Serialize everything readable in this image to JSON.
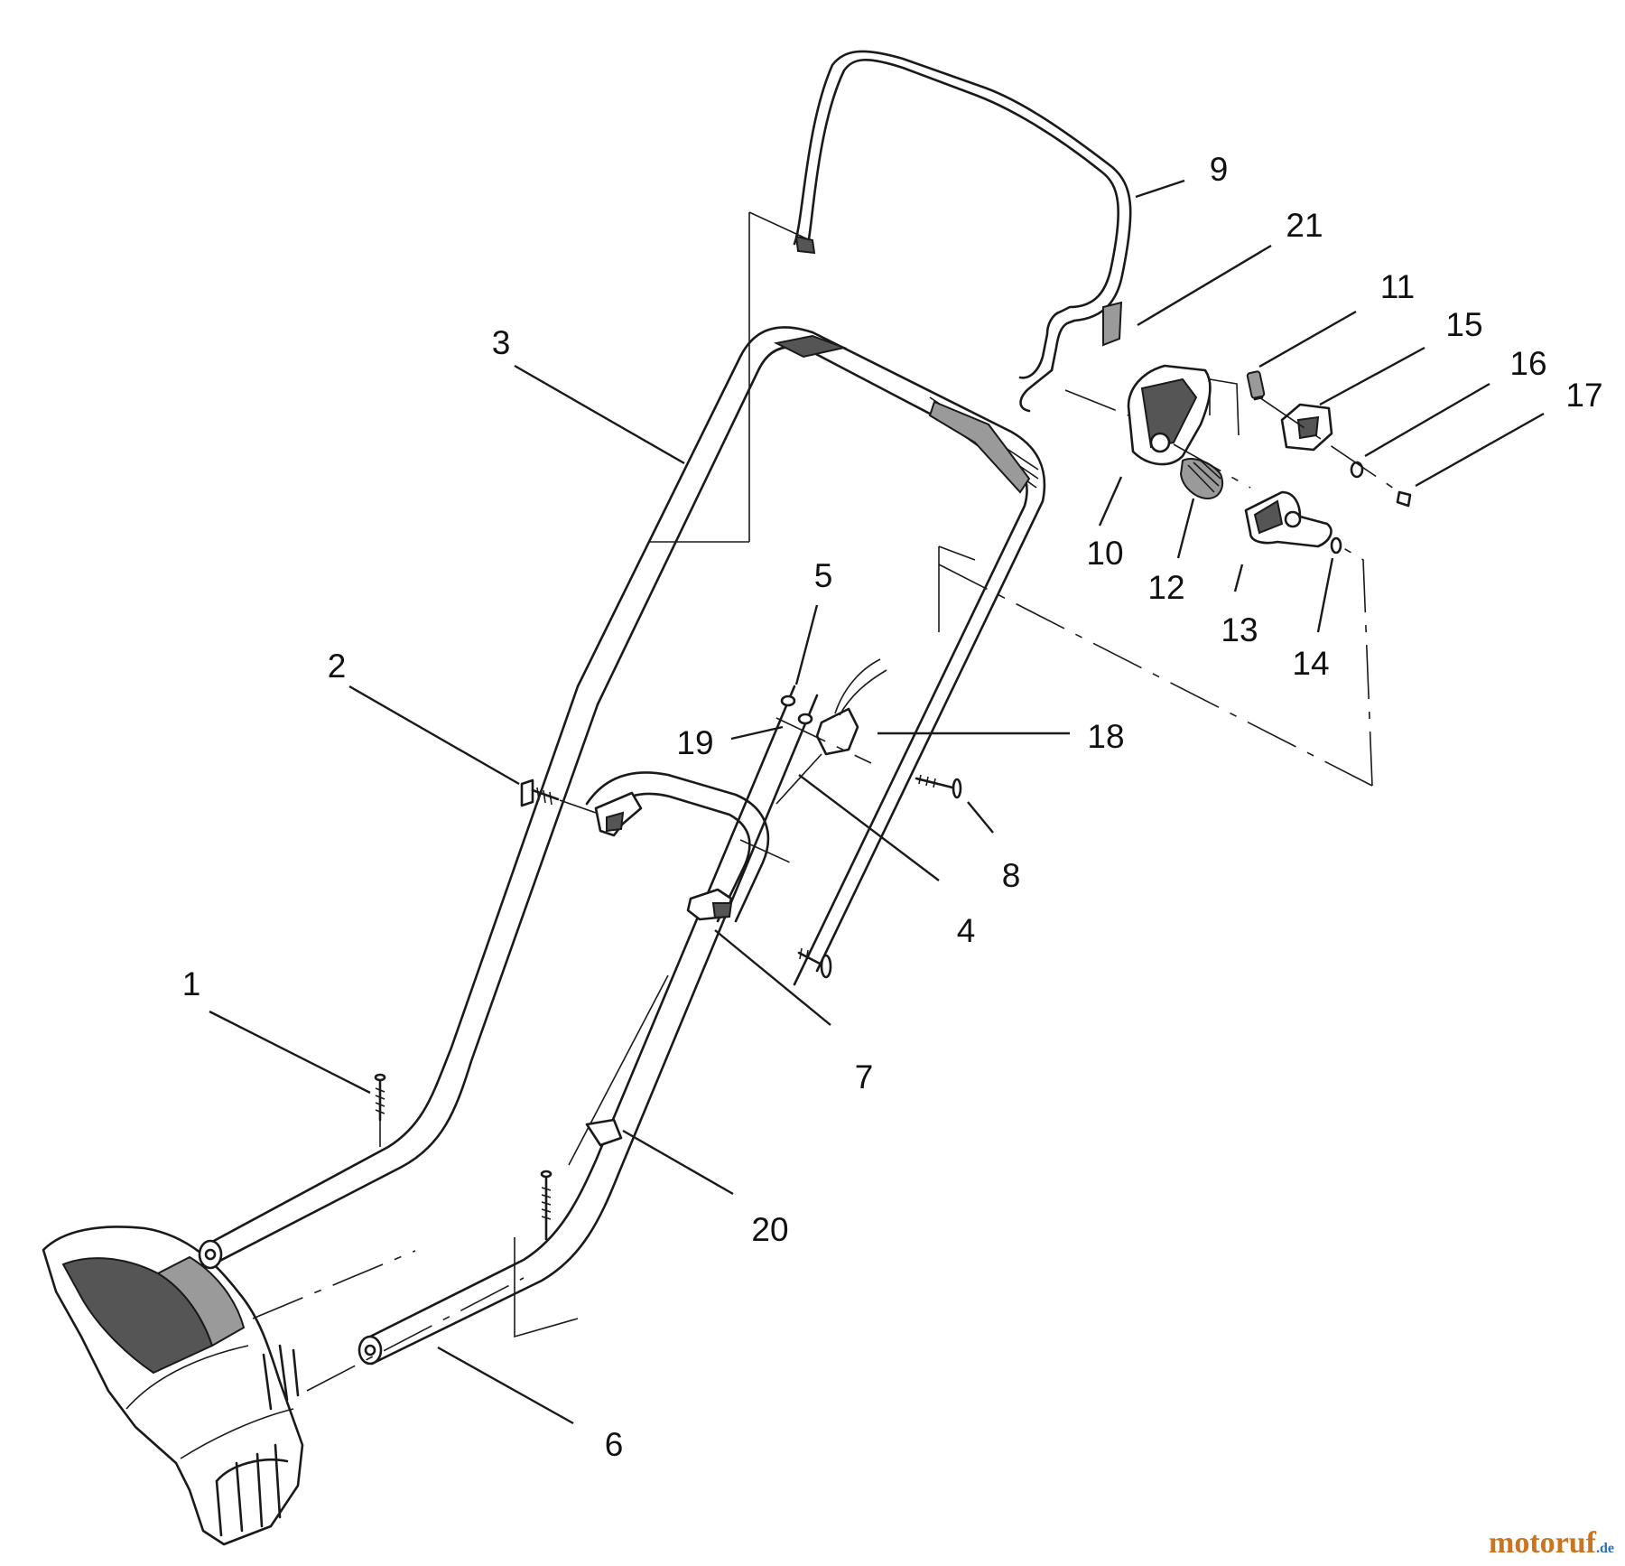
{
  "callouts": [
    {
      "id": "1",
      "label": "1"
    },
    {
      "id": "2",
      "label": "2"
    },
    {
      "id": "3",
      "label": "3"
    },
    {
      "id": "4",
      "label": "4"
    },
    {
      "id": "5",
      "label": "5"
    },
    {
      "id": "6",
      "label": "6"
    },
    {
      "id": "7",
      "label": "7"
    },
    {
      "id": "8",
      "label": "8"
    },
    {
      "id": "9",
      "label": "9"
    },
    {
      "id": "10",
      "label": "10"
    },
    {
      "id": "11",
      "label": "11"
    },
    {
      "id": "12",
      "label": "12"
    },
    {
      "id": "13",
      "label": "13"
    },
    {
      "id": "14",
      "label": "14"
    },
    {
      "id": "15",
      "label": "15"
    },
    {
      "id": "16",
      "label": "16"
    },
    {
      "id": "17",
      "label": "17"
    },
    {
      "id": "18",
      "label": "18"
    },
    {
      "id": "19",
      "label": "19"
    },
    {
      "id": "20",
      "label": "20"
    },
    {
      "id": "21",
      "label": "21"
    }
  ],
  "watermark": {
    "main": "motoruf",
    "tld": ".de"
  },
  "colors": {
    "line": "#1a1a1a",
    "watermark_main": "#c9741e",
    "watermark_tld": "#2f6db5"
  }
}
